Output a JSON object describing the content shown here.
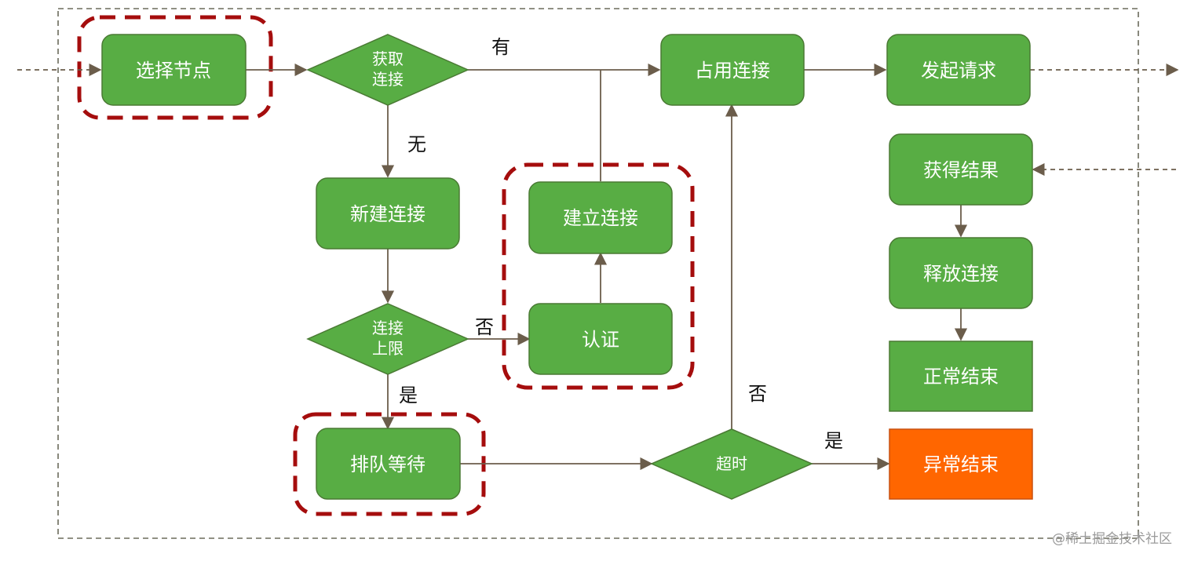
{
  "nodes": {
    "select_node": "选择节点",
    "get_conn_1": "获取",
    "get_conn_2": "连接",
    "occupy_conn": "占用连接",
    "send_request": "发起请求",
    "new_conn": "新建连接",
    "establish_conn": "建立连接",
    "auth": "认证",
    "conn_limit_1": "连接",
    "conn_limit_2": "上限",
    "queue_wait": "排队等待",
    "timeout": "超时",
    "get_result": "获得结果",
    "release_conn": "释放连接",
    "normal_end": "正常结束",
    "abnormal_end": "异常结束"
  },
  "edge_labels": {
    "has": "有",
    "none": "无",
    "no_limit": "否",
    "yes_limit": "是",
    "no_timeout": "否",
    "yes_timeout": "是"
  },
  "watermark": "@稀土掘金技术社区",
  "colors": {
    "node_green": "#58ad44",
    "node_border": "#4a7a34",
    "error_orange": "#ff6600",
    "highlight_red": "#a50d0d",
    "arrow": "#6b5d4b"
  }
}
